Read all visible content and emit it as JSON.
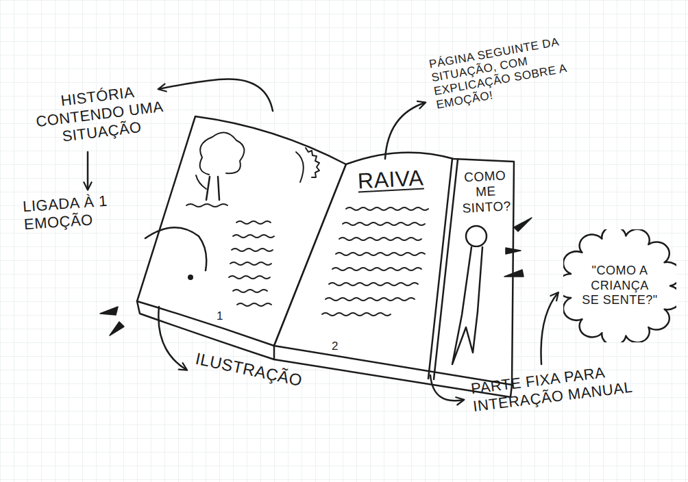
{
  "diagram": {
    "nodes": [
      {
        "text": [
          "\"COMO A CRIANÇA SE SENTE?\""
        ]
      }
    ],
    "labels": [
      "HISTÓRIA CONTENDO UMA SITUAÇÃO",
      "LIGADA À 1 EMOÇÃO",
      "PÁGINA SEGUINTE DA SITUAÇÃO, COM EXPLICAÇÃO SOBRE A EMOÇÃO!",
      "RAIVA",
      "1",
      "2",
      "COMO ME SINTO?",
      "ILUSTRAÇÃO",
      "PARTE FIXA PARA INTERAÇÃO MANUAL"
    ]
  }
}
